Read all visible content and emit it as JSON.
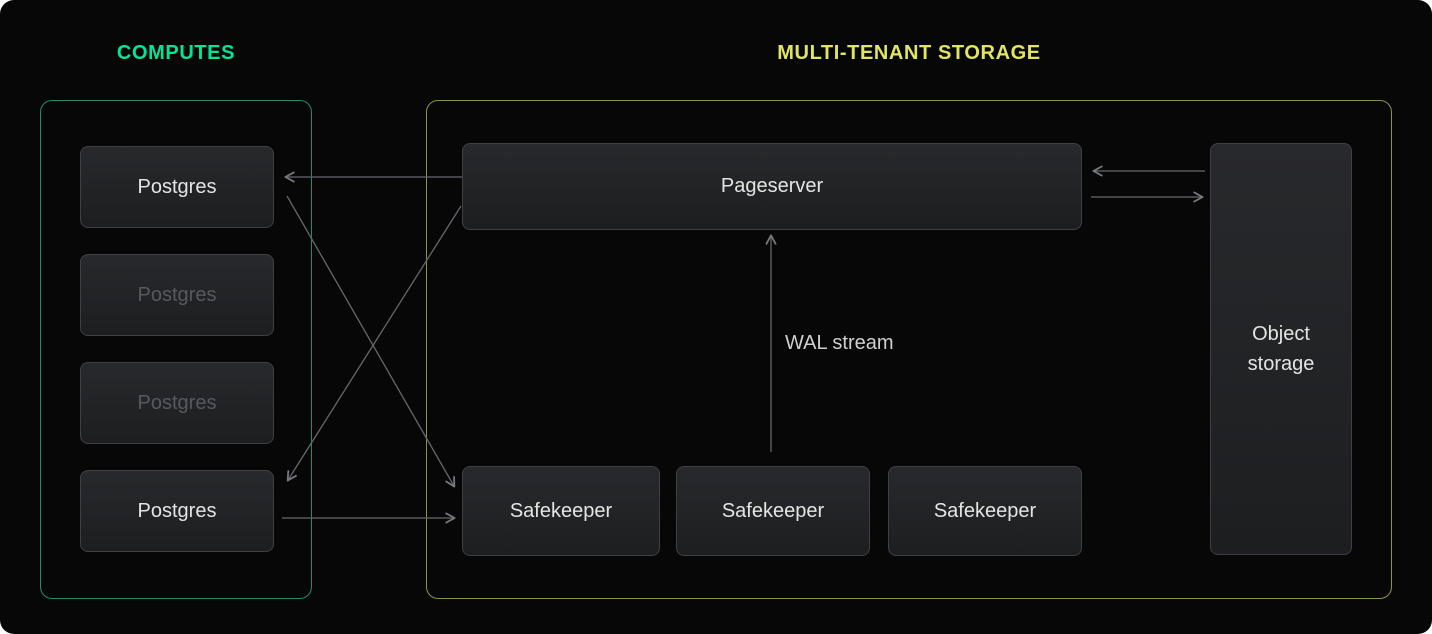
{
  "page": {
    "background_color": "#070708"
  },
  "computes": {
    "title": "COMPUTES",
    "accent_color": "#00e599",
    "nodes": [
      {
        "label": "Postgres",
        "state": "active"
      },
      {
        "label": "Postgres",
        "state": "inactive"
      },
      {
        "label": "Postgres",
        "state": "inactive"
      },
      {
        "label": "Postgres",
        "state": "active"
      }
    ]
  },
  "storage": {
    "title": "MULTI-TENANT STORAGE",
    "accent_color": "#e2e561",
    "pageserver": {
      "label": "Pageserver"
    },
    "safekeepers": [
      {
        "label": "Safekeeper"
      },
      {
        "label": "Safekeeper"
      },
      {
        "label": "Safekeeper"
      }
    ],
    "object_storage": {
      "label": "Object storage"
    },
    "wal_stream": {
      "label": "WAL stream"
    }
  },
  "connections": [
    {
      "from": "pageserver",
      "to": "postgres-1"
    },
    {
      "from": "pageserver",
      "to": "postgres-4"
    },
    {
      "from": "postgres-1",
      "to": "safekeeper-1"
    },
    {
      "from": "postgres-4",
      "to": "safekeeper-1"
    },
    {
      "from": "safekeeper-2",
      "to": "pageserver",
      "label": "WAL stream"
    },
    {
      "from": "object-storage",
      "to": "pageserver"
    },
    {
      "from": "pageserver",
      "to": "object-storage"
    }
  ]
}
